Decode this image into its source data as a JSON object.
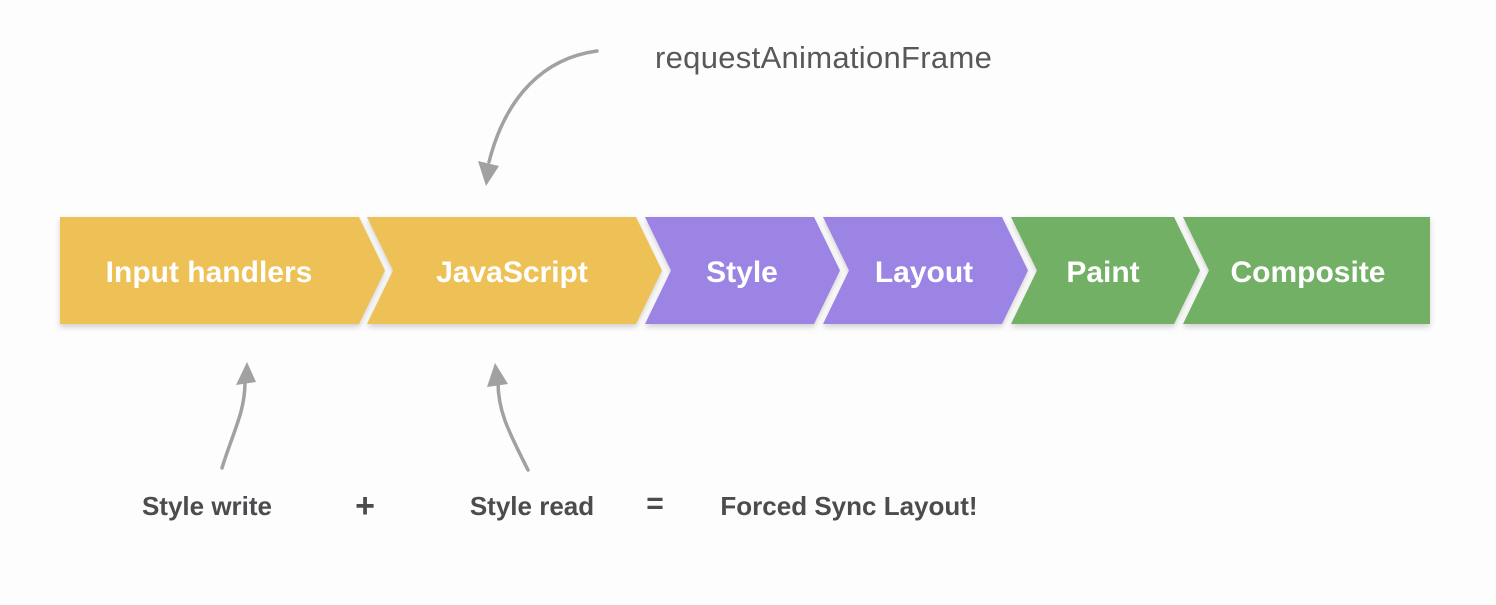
{
  "raf": {
    "label": "requestAnimationFrame",
    "color": "#58585a"
  },
  "pipeline": {
    "label_color": "#ffffff",
    "segments": [
      {
        "label": "Input handlers",
        "color": "#edc155"
      },
      {
        "label": "JavaScript",
        "color": "#edc155"
      },
      {
        "label": "Style",
        "color": "#9c84e4"
      },
      {
        "label": "Layout",
        "color": "#9c84e4"
      },
      {
        "label": "Paint",
        "color": "#72b165"
      },
      {
        "label": "Composite",
        "color": "#72b165"
      }
    ]
  },
  "equation": {
    "style_write": "Style write",
    "plus": "+",
    "style_read": "Style read",
    "equals": "=",
    "result": "Forced Sync Layout!",
    "text_color": "#4c4c4e"
  },
  "arrows": {
    "color": "#a1a1a1"
  }
}
